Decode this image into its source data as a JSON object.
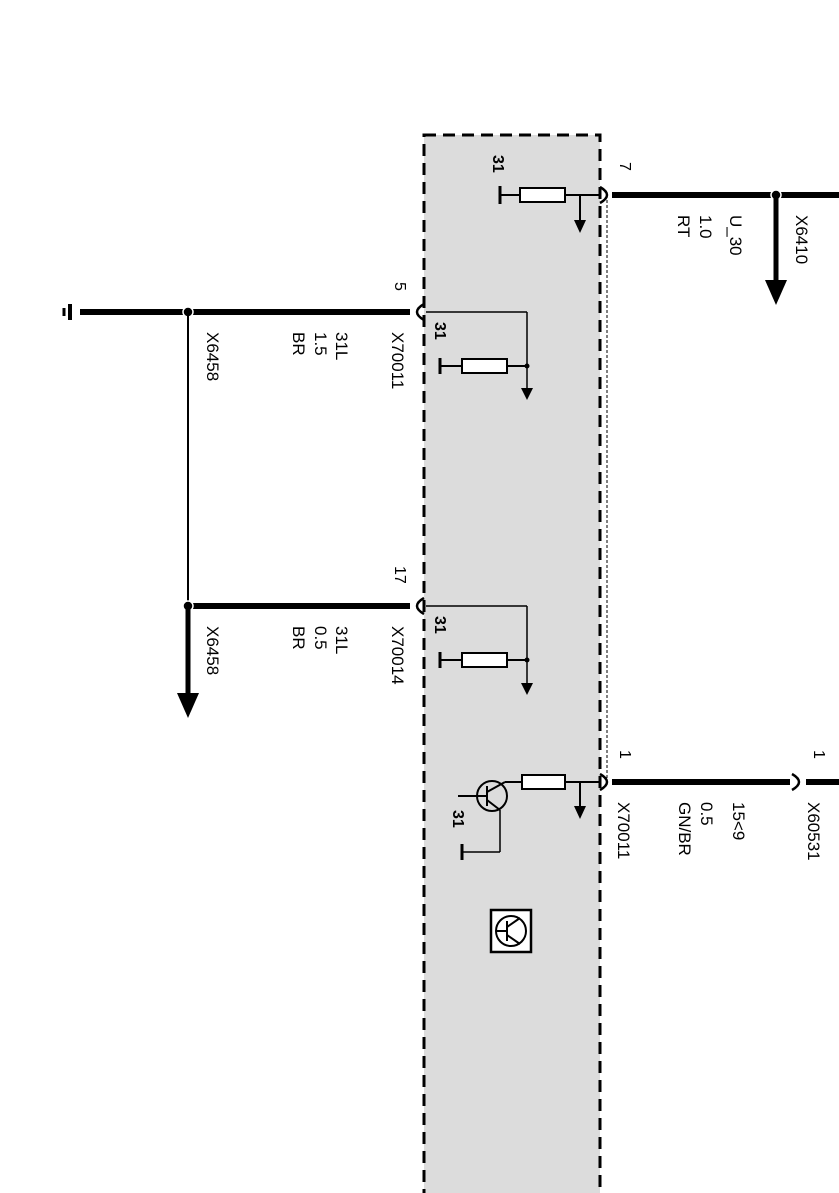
{
  "diagram": {
    "module_background": "#dcdcdc",
    "wire_color": "#000000",
    "pins": {
      "p7": "7",
      "p5": "5",
      "p17": "17",
      "p1": "1",
      "p1_conn": "1"
    },
    "ground_labels": {
      "g_top": "31",
      "g_5": "31",
      "g_17": "31",
      "g_transistor": "31"
    },
    "wires": {
      "w7": {
        "signal": "U_30",
        "gauge": "1.0",
        "color": "RT",
        "connector": "X6410"
      },
      "w5": {
        "signal": "31L",
        "gauge": "1.5",
        "color": "BR",
        "connector": "X70011",
        "splice": "X6458"
      },
      "w17": {
        "signal": "31L",
        "gauge": "0.5",
        "color": "BR",
        "connector": "X70014",
        "splice": "X6458"
      },
      "w1": {
        "signal": "15<9",
        "gauge": "0.5",
        "color": "GN/BR",
        "connector": "X70011",
        "far_connector": "X60531"
      }
    }
  }
}
